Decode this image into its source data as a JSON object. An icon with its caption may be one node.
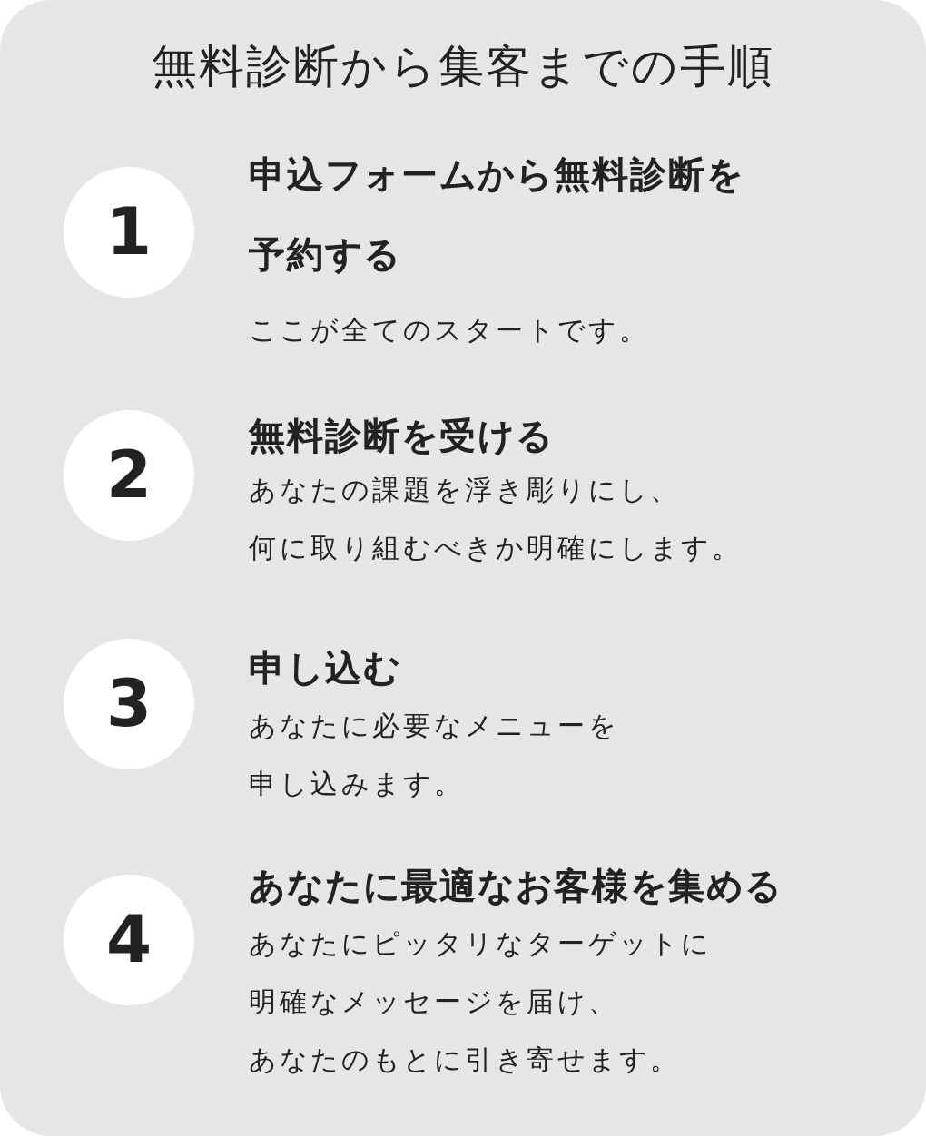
{
  "diagram": {
    "title": "無料診断から集客までの手順",
    "nodes": [
      {
        "text": [],
        "shape": "box"
      },
      {
        "text": [
          "1"
        ],
        "in": 0,
        "beside": [
          "申込フォームから無料診断を予約する",
          "ここが全てのスタートです。"
        ]
      },
      {
        "text": [
          "2"
        ],
        "in": 0,
        "beside": [
          "無料診断を受ける",
          "あなたの課題を浮き彫りにし、何に取り組むべきか明確にします。"
        ]
      },
      {
        "text": [
          "3"
        ],
        "in": 0,
        "beside": [
          "申し込む",
          "あなたに必要なメニューを申し込みます。"
        ]
      },
      {
        "text": [
          "4"
        ],
        "in": 0,
        "beside": [
          "あなたに最適なお客様を集める",
          "あなたにピッタリなターゲットに明確なメッセージを届け、あなたのもとに引き寄せます。"
        ]
      }
    ],
    "edges": []
  }
}
